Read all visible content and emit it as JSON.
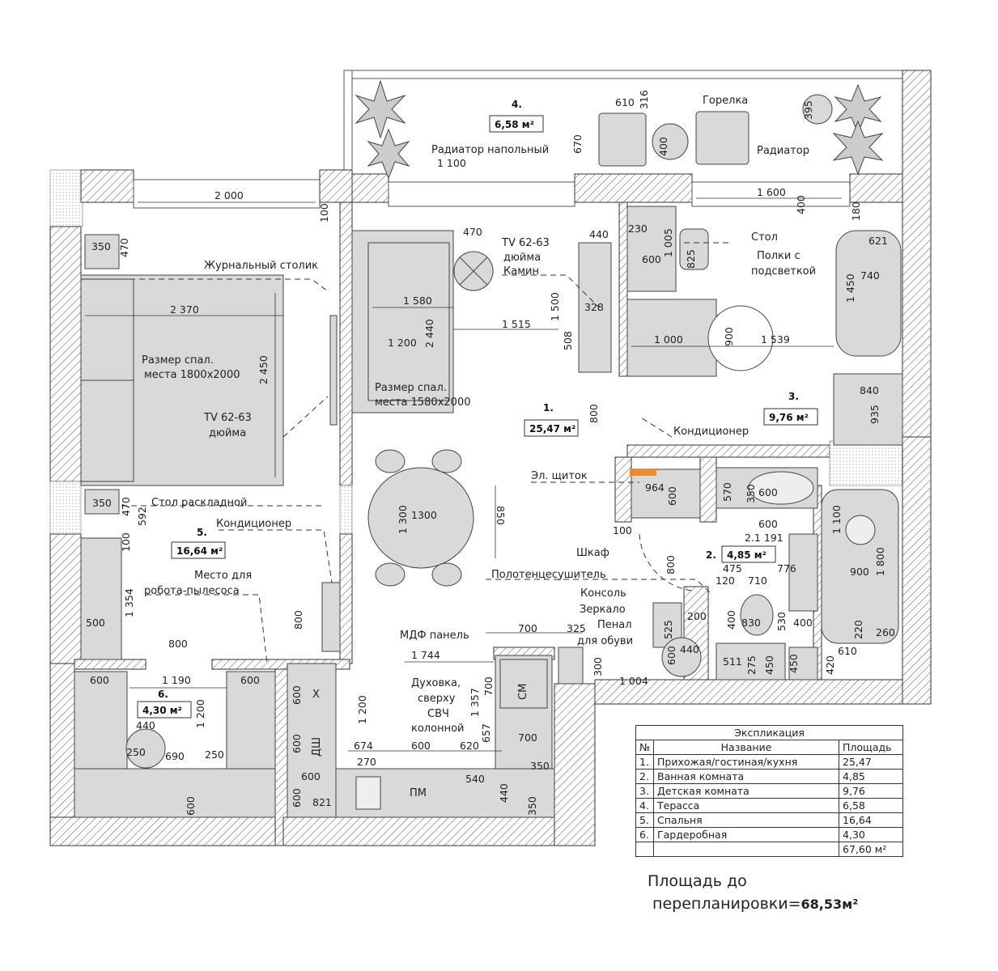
{
  "rooms": [
    {
      "number": "1.",
      "area": "25,47 м²"
    },
    {
      "number": "2.",
      "area": "4,85 м²"
    },
    {
      "number": "3.",
      "area": "9,76 м²"
    },
    {
      "number": "4.",
      "area": "6,58 м²"
    },
    {
      "number": "5.",
      "area": "16,64 м²"
    },
    {
      "number": "6.",
      "area": "4,30 м²"
    }
  ],
  "labels": [
    "Радиатор напольный",
    "Горелка",
    "Радиатор",
    "Журнальный столик",
    "Размер спал.",
    "места 1800х2000",
    "TV 62-63",
    "дюйма",
    "Стол раскладной",
    "Кондиционер",
    "Место для",
    "робота-пылесоса",
    "TV 62-63",
    "дюйма",
    "Камин",
    "Размер спал.",
    "места 1580х2000",
    "Эл. щиток",
    "Шкаф",
    "Полотенцесушитель",
    "Консоль",
    "Зеркало",
    "Пенал",
    "для обуви",
    "МДФ панель",
    "Стол",
    "Полки с",
    "подсветкой",
    "Кондиционер",
    "Духовка,",
    "сверху",
    "СВЧ",
    "колонной",
    "Х",
    "ДШ",
    "СМ",
    "ПМ"
  ],
  "dimensions": [
    "1 100",
    "610",
    "316",
    "670",
    "400",
    "395",
    "2 000",
    "100",
    "1 600",
    "400",
    "180",
    "350",
    "470",
    "2 370",
    "2 450",
    "350",
    "470",
    "592",
    "100",
    "1 354",
    "500",
    "800",
    "800",
    "470",
    "440",
    "1 580",
    "1 500",
    "328",
    "2 440",
    "1 200",
    "1 515",
    "508",
    "800",
    "1 300",
    "1300",
    "850",
    "964",
    "600",
    "100",
    "800",
    "700",
    "325",
    "1 744",
    "300",
    "1 004",
    "525",
    "200",
    "600",
    "440",
    "230",
    "1 005",
    "600",
    "825",
    "621",
    "740",
    "1 450",
    "1 000",
    "900",
    "1 539",
    "840",
    "935",
    "570",
    "350",
    "600",
    "600",
    "2.1 191",
    "1 100",
    "1 800",
    "900",
    "475",
    "776",
    "120",
    "710",
    "400",
    "830",
    "530",
    "400",
    "220",
    "260",
    "511",
    "275",
    "450",
    "450",
    "610",
    "420",
    "600",
    "1 190",
    "600",
    "1 200",
    "440",
    "250",
    "690",
    "250",
    "600",
    "600",
    "1 200",
    "600",
    "700",
    "1 357",
    "657",
    "700",
    "674",
    "600",
    "620",
    "270",
    "600",
    "540",
    "600",
    "821",
    "440",
    "350",
    "350"
  ],
  "explication": {
    "title": "Экспликация",
    "headers": [
      "№",
      "Название",
      "Площадь"
    ],
    "rows": [
      [
        "1.",
        "Прихожая/гостиная/кухня",
        "25,47"
      ],
      [
        "2.",
        "Ванная комната",
        "4,85"
      ],
      [
        "3.",
        "Детская комната",
        "9,76"
      ],
      [
        "4.",
        "Терасса",
        "6,58"
      ],
      [
        "5.",
        "Спальня",
        "16,64"
      ],
      [
        "6.",
        "Гардеробная",
        "4,30"
      ]
    ],
    "total": "67,60 м²"
  },
  "before": {
    "line1": "Площадь до",
    "line2": "перепланировки=",
    "value": "68,53м²"
  },
  "colors": {
    "furniture": "#d9d9d9",
    "panel": "#f08a2c"
  }
}
